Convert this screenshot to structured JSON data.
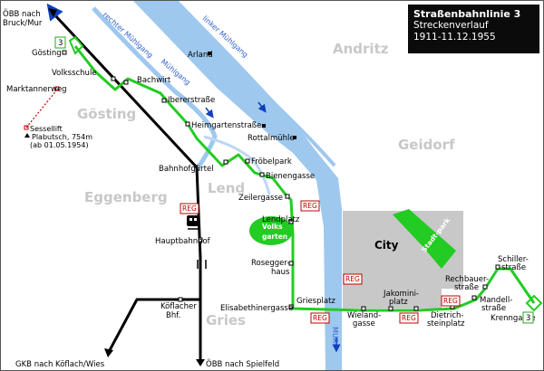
{
  "title": {
    "line1": "Straßenbahnlinie 3",
    "line2": "Streckenverlauf",
    "line3": "1911-11.12.1955"
  },
  "districts": [
    "Andritz",
    "Gösting",
    "Geidorf",
    "Eggenberg",
    "Lend",
    "Gries"
  ],
  "rivers": {
    "left_canal": "rechter Mühlgang",
    "left_canal_short": "Mühlgang",
    "right_canal": "linker Mühlgang",
    "mur": "MUR"
  },
  "city_label": "City",
  "park_label": "Stadt-park",
  "volksgarten": [
    "Volks",
    "garten"
  ],
  "badge_reg": "REG",
  "line_number": "3",
  "stations": {
    "goesting": "Gösting",
    "volksschule": "Volksschule",
    "bachwirt": "Bachwirt",
    "ibererstrasse": "Ibererstraße",
    "heimgartenstrasse": "Heimgartenstraße",
    "arland": "Arland",
    "rottalmuehle": "Rottalmühle",
    "bahnhofguertel": "Bahnhofgürtel",
    "froebelpark": "Fröbelpark",
    "bienengasse": "Bienengasse",
    "zeilergasse": "Zeilergasse",
    "lendplatz": "Lendplatz",
    "hauptbahnhof": "Hauptbahnhof",
    "rosegger": [
      "Rosegger-",
      "haus"
    ],
    "elisabethinergasse": "Elisabethinergasse",
    "griesplatz": "Griesplatz",
    "wielandgasse": [
      "Wieland-",
      "gasse"
    ],
    "jakominiplatz": [
      "Jakomini-",
      "platz"
    ],
    "dietrichsteinplatz": [
      "Dietrich-",
      "steinplatz"
    ],
    "rechbauerstrasse": [
      "Rechbauer-",
      "straße"
    ],
    "mandellstrasse": [
      "Mandell-",
      "straße"
    ],
    "schillerstrasse": [
      "Schiller-",
      "straße"
    ],
    "krenngasse": "Krenngasse",
    "koeflacher": [
      "Köflacher",
      "Bhf."
    ]
  },
  "rail_labels": {
    "north": [
      "ÖBB nach",
      "Bruck/Mur"
    ],
    "south": "ÖBB nach Spielfeld",
    "gkb": "GKB nach Köflach/Wies"
  },
  "side_labels": {
    "marktannerweg": "Marktannerweg",
    "sessellift": "Sessellift",
    "plabutsch": "Plabutsch, 754m",
    "ab": "(ab 01.05.1954)"
  },
  "colors": {
    "tram_line": "#22cc22",
    "rail": "#000000",
    "river": "#9ec8ee",
    "city": "#c8c8c8",
    "park": "#22cc22",
    "reg": "#c00000"
  }
}
